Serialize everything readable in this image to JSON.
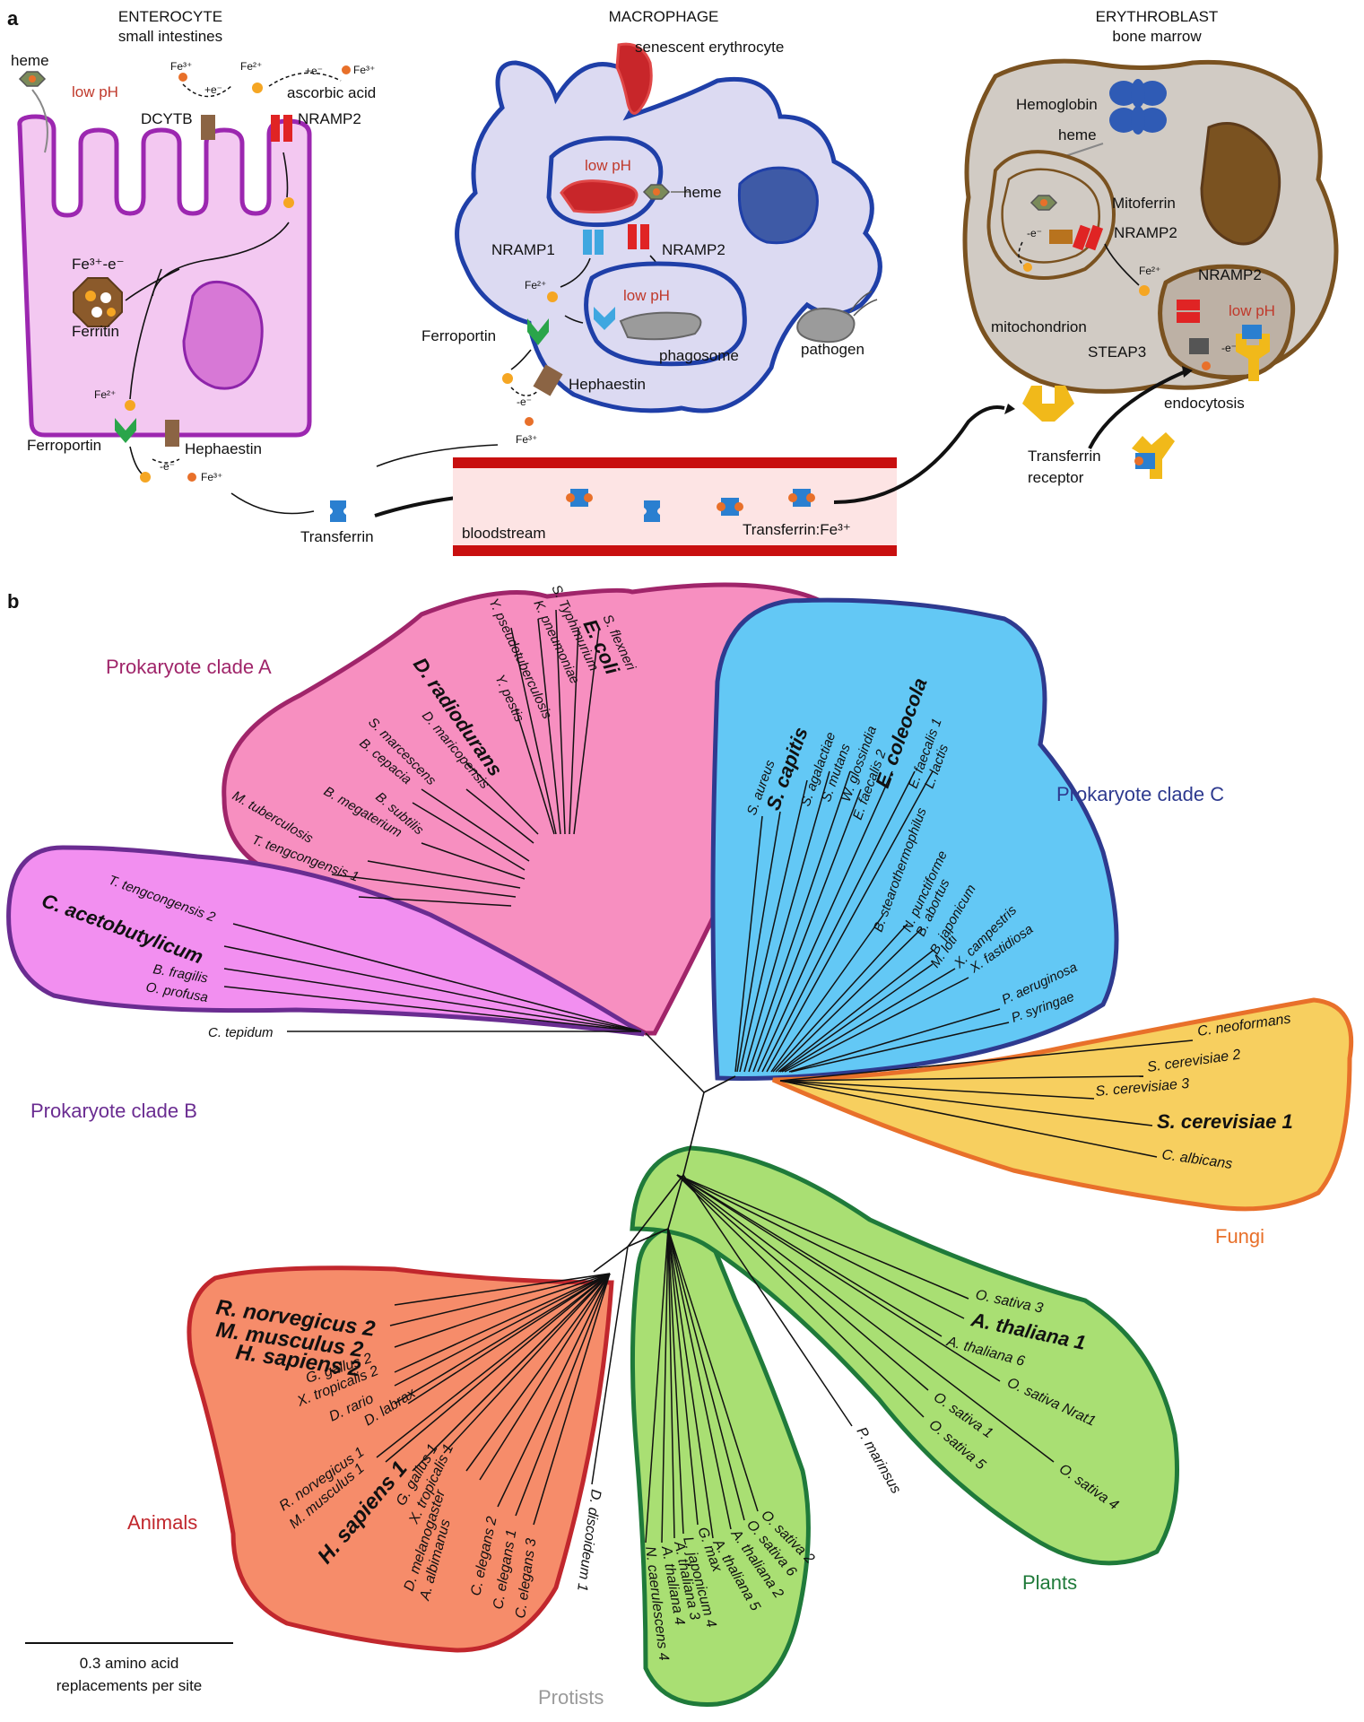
{
  "panels": {
    "a": "a",
    "b": "b"
  },
  "panel_a": {
    "enterocyte": {
      "title": "ENTEROCYTE",
      "subtitle": "small intestines",
      "heme": "heme",
      "low_ph": "low pH",
      "fe3": "Fe³⁺",
      "fe2": "Fe²⁺",
      "plus_e": "+e⁻",
      "plus_e2": "+e⁻",
      "fe3_b": "Fe³⁺",
      "ascorbic": "ascorbic acid",
      "dcytb": "DCYTB",
      "nramp2": "NRAMP2",
      "fe3_e": "Fe³⁺-e⁻",
      "ferritin": "Ferritin",
      "fe2_b": "Fe²⁺",
      "ferroportin": "Ferroportin",
      "hephaestin": "Hephaestin",
      "minus_e": "-e⁻",
      "fe3_c": "Fe³⁺"
    },
    "macrophage": {
      "title": "MACROPHAGE",
      "senescent": "senescent erythrocyte",
      "low_ph": "low pH",
      "heme": "heme",
      "nramp1": "NRAMP1",
      "nramp2": "NRAMP2",
      "fe2": "Fe²⁺",
      "low_ph2": "low pH",
      "ferroportin": "Ferroportin",
      "phagosome": "phagosome",
      "pathogen": "pathogen",
      "hephaestin": "Hephaestin",
      "minus_e": "-e⁻",
      "fe3": "Fe³⁺"
    },
    "erythroblast": {
      "title": "ERYTHROBLAST",
      "subtitle": "bone marrow",
      "hemoglobin": "Hemoglobin",
      "heme": "heme",
      "mitoferrin": "Mitoferrin",
      "minus_e": "-e⁻",
      "nramp2": "NRAMP2",
      "fe2": "Fe²⁺",
      "nramp2_b": "NRAMP2",
      "low_ph": "low pH",
      "mitochondrion": "mitochondrion",
      "steap3": "STEAP3",
      "minus_e2": "-e⁻",
      "endocytosis": "endocytosis",
      "transferrin_receptor_1": "Transferrin",
      "transferrin_receptor_2": "receptor"
    },
    "transferrin": "Transferrin",
    "bloodstream": "bloodstream",
    "transferrin_fe": "Transferrin:Fe³⁺"
  },
  "panel_b": {
    "clades": {
      "a": "Prokaryote clade A",
      "b": "Prokaryote clade B",
      "c": "Prokaryote clade C",
      "fungi": "Fungi",
      "animals": "Animals",
      "plants": "Plants",
      "protists": "Protists"
    },
    "colors": {
      "a_fill": "#f78fc0",
      "a_stroke": "#a0256a",
      "b_fill": "#f28ff0",
      "b_stroke": "#6a2c91",
      "c_fill": "#63c8f5",
      "c_stroke": "#2e3a8f",
      "fungi_fill": "#f7cf5f",
      "fungi_stroke": "#e8702a",
      "animals_fill": "#f68c6a",
      "animals_stroke": "#c1272d",
      "plants_fill": "#a9df73",
      "plants_stroke": "#1f7a3a"
    },
    "taxa_a": [
      "S. flexneri",
      "E. coli",
      "S. Typhimurium",
      "K. pneumoniae",
      "Y. pseudotuberculosis",
      "Y. pestis",
      "D. radiodurans",
      "D. maricopensis",
      "S. marcescens",
      "B. cepacia",
      "B. subtilis",
      "B. megaterium",
      "M. tuberculosis",
      "T. tengcongensis 1"
    ],
    "taxa_b": [
      "T. tengcongensis 2",
      "C. acetobutylicum",
      "B. fragilis",
      "O. profusa",
      "C. tepidum"
    ],
    "taxa_c": [
      "S. aureus",
      "S. capitis",
      "S. agalactiae",
      "S. mutans",
      "W. glossindia",
      "E. faecalis 2",
      "E. coleocola",
      "E. faecalis 1",
      "L. lactis",
      "B. stearothermophilus",
      "N. punctiforme",
      "B. abortus",
      "B. japonicum",
      "M. loti",
      "X. campestris",
      "X. fastidiosa",
      "P. aeruginosa",
      "P. syringae"
    ],
    "taxa_fungi": [
      "C. neoformans",
      "S. cerevisiae 2",
      "S. cerevisiae 3",
      "S. cerevisiae 1",
      "C. albicans"
    ],
    "taxa_plants_right": [
      "O. sativa 3",
      "A. thaliana 1",
      "A. thaliana 6",
      "O. sativa Nrat1",
      "O. sativa 1",
      "O. sativa 5",
      "O. sativa 4"
    ],
    "taxa_plants_bottom": [
      "O. sativa 2",
      "O. sativa 6",
      "A. thaliana 2",
      "A. thaliana 5",
      "G. max",
      "L. japonicum 4",
      "A. thaliana 3",
      "A. thaliana 4",
      "N. caerulescens 4"
    ],
    "taxa_protists": [
      "D. discoideum 1",
      "P. marinsus"
    ],
    "taxa_animals_top": [
      "R. norvegicus 2",
      "M. musculus 2",
      "H. sapiens 2",
      "G. gallus 2",
      "X. tropicalis 2",
      "D. rario",
      "D. labrax"
    ],
    "taxa_animals_bottom": [
      "R. norvegicus 1",
      "M. musculus 1",
      "H. sapiens 1",
      "G. gallus 1",
      "X. tropicalis 1",
      "D. melanogaster",
      "A. albimanus",
      "C. elegans 2",
      "C. elegans 1",
      "C. elegans 3"
    ],
    "scale_bar_1": "0.3 amino acid",
    "scale_bar_2": "replacements per site"
  }
}
